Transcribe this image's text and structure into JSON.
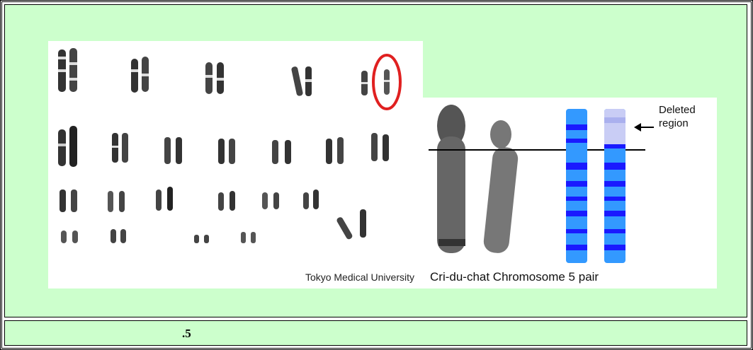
{
  "karyotype": {
    "credit": "Tokyo Medical University"
  },
  "cri_du_chat": {
    "caption": "Cri-du-chat Chromosome 5 pair",
    "deleted_line1": "Deleted",
    "deleted_line2": "region"
  },
  "footer": {
    "label": ".5"
  },
  "colors": {
    "background": "#ccffcc",
    "chromosome_band_dark": "#1a1aff",
    "chromosome_band_light": "#3399ff",
    "highlight_circle": "#e02020"
  }
}
